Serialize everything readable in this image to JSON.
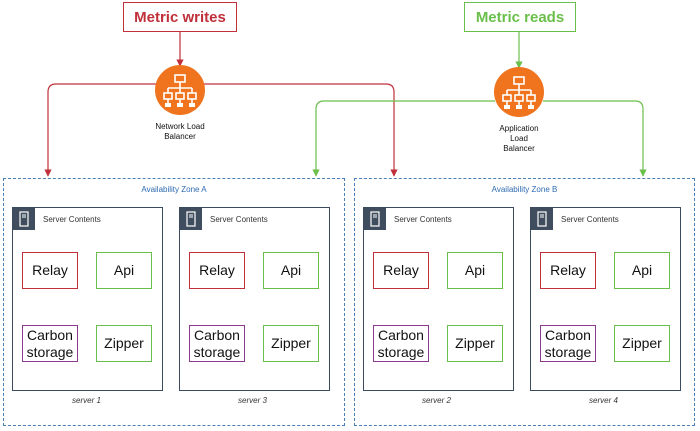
{
  "colors": {
    "write": "#c0303a",
    "read": "#6abf4b",
    "lb_fill": "#f0731e",
    "zone_border": "#4a7fb5",
    "zone_title": "#2e6bb0",
    "server_icon": "#3f4d5e",
    "carbon_border": "#8b3a8e"
  },
  "writes_label": "Metric writes",
  "reads_label": "Metric reads",
  "network_lb": {
    "line1": "Network Load",
    "line2": "Balancer",
    "icon": "load-balancer-icon"
  },
  "app_lb": {
    "line1": "Application",
    "line2": "Load",
    "line3": "Balancer",
    "icon": "load-balancer-icon"
  },
  "zones": [
    {
      "title": "Availability Zone A"
    },
    {
      "title": "Availability Zone B"
    }
  ],
  "servers": [
    {
      "header": "Server Contents",
      "relay": "Relay",
      "api": "Api",
      "carbon1": "Carbon",
      "carbon2": "storage",
      "zipper": "Zipper",
      "name": "server 1"
    },
    {
      "header": "Server Contents",
      "relay": "Relay",
      "api": "Api",
      "carbon1": "Carbon",
      "carbon2": "storage",
      "zipper": "Zipper",
      "name": "server 3"
    },
    {
      "header": "Server Contents",
      "relay": "Relay",
      "api": "Api",
      "carbon1": "Carbon",
      "carbon2": "storage",
      "zipper": "Zipper",
      "name": "server 2"
    },
    {
      "header": "Server Contents",
      "relay": "Relay",
      "api": "Api",
      "carbon1": "Carbon",
      "carbon2": "storage",
      "zipper": "Zipper",
      "name": "server 4"
    }
  ]
}
